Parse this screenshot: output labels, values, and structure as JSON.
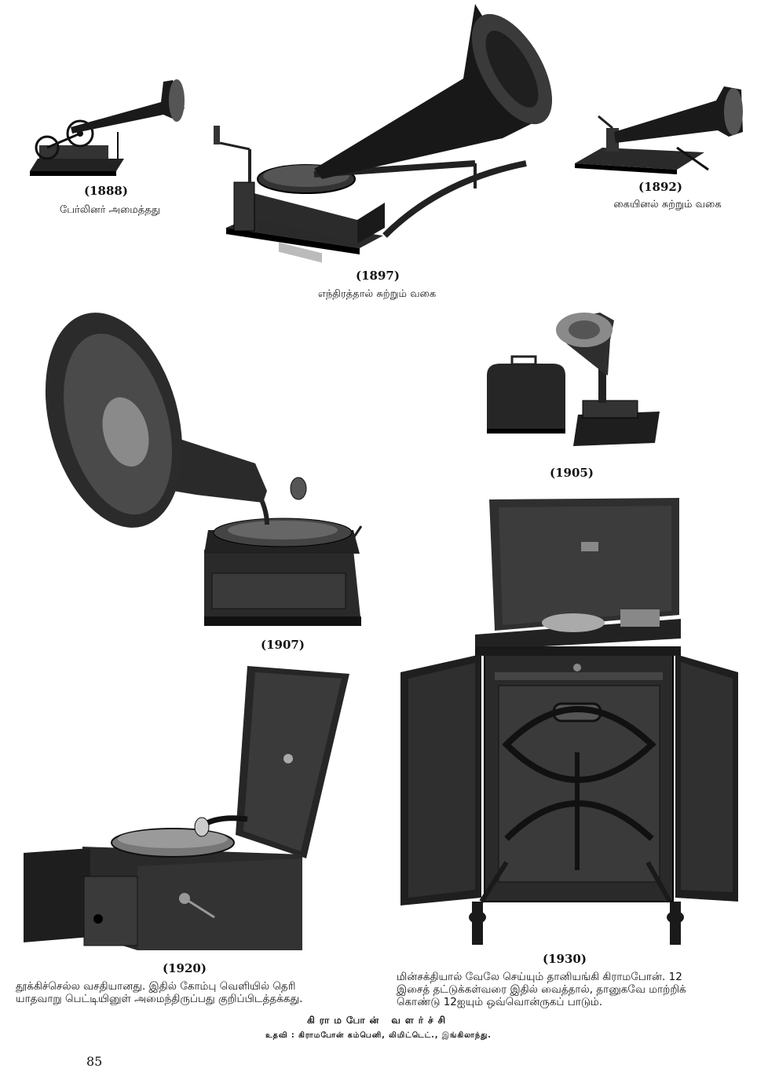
{
  "items": [
    {
      "year": "(1888)",
      "desc": "பேர்லினர் அமைத்தது"
    },
    {
      "year": "(1897)",
      "desc": "எந்திரத்தால் சுற்றும் வகை"
    },
    {
      "year": "(1892)",
      "desc": "கையினல் சுற்றும் வகை"
    },
    {
      "year": "(1905)"
    },
    {
      "year": "(1907)"
    },
    {
      "year": "(1920)",
      "desc_lines": [
        "தூக்கிச்செல்ல வசதியானது.  இதில் கோம்பு வெளியில் தெரி",
        "யாதவாறு பெட்டியினுள் அமைந்திருப்பது குறிப்பிடத்தக்கது."
      ]
    },
    {
      "year": "(1930)",
      "desc_lines": [
        "மின்சக்தியால் வேலே செய்யும் தானியங்கி கிராமபோன்.  12",
        "இசைத் தட்டுக்கள்வரை இதில் வைத்தால், தானுகவே மாற்றிக்",
        "கொண்டு 12ஐயும் ஒவ்வொன்ருகப் பாடும்."
      ]
    }
  ],
  "plate_title": "கிராமபோன் வளர்ச்சி",
  "credit": "உதவி : கிராமபோன் கம்பெனி, லிமிட்டெட்., இங்கிலாந்து.",
  "page_number": "85"
}
